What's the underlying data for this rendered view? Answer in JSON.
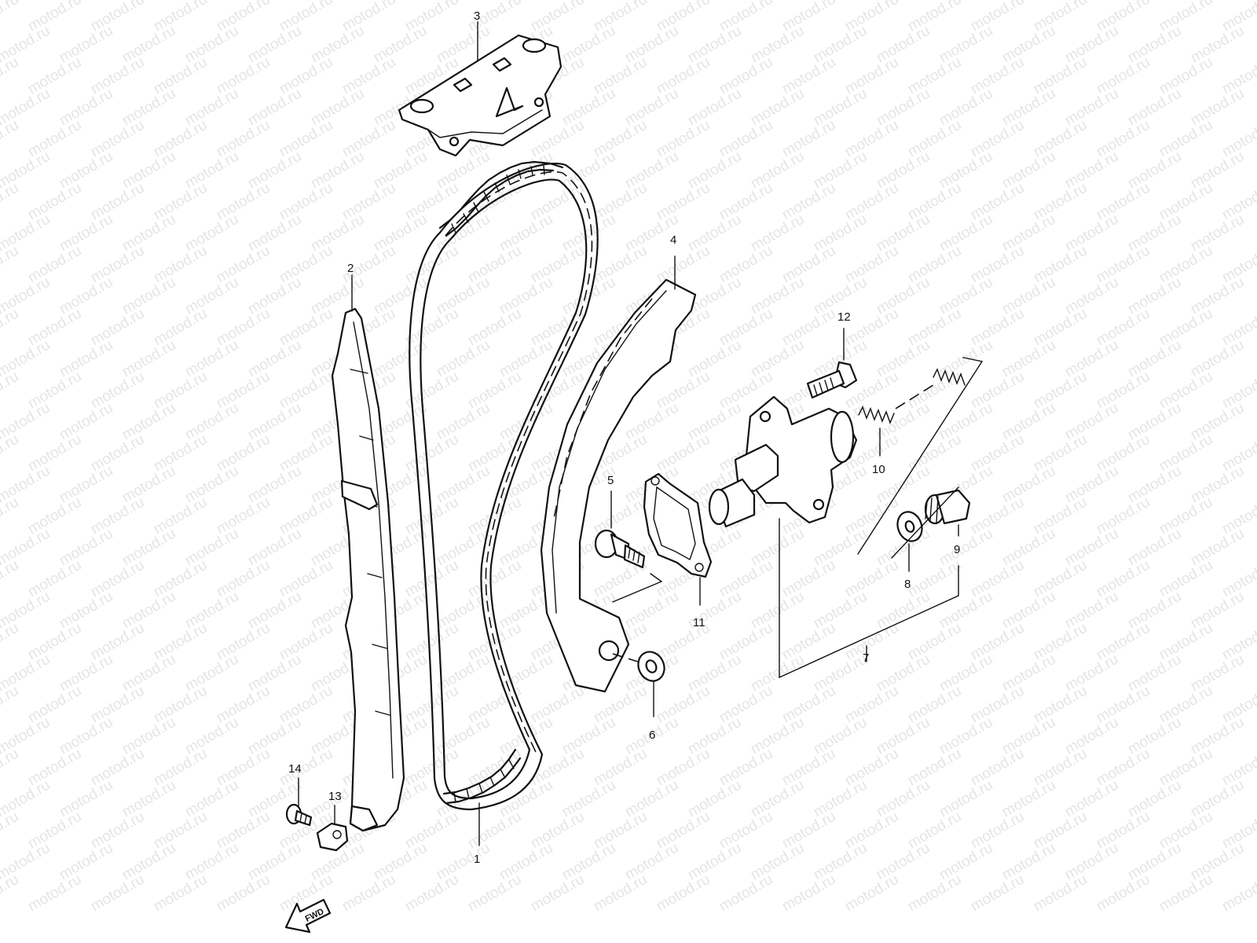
{
  "watermark_text": "motod.ru",
  "fwd_label": "FWD",
  "callouts": [
    {
      "id": "c1",
      "text": "1"
    },
    {
      "id": "c2",
      "text": "2"
    },
    {
      "id": "c3",
      "text": "3"
    },
    {
      "id": "c4",
      "text": "4"
    },
    {
      "id": "c5",
      "text": "5"
    },
    {
      "id": "c6",
      "text": "6"
    },
    {
      "id": "c7",
      "text": "7"
    },
    {
      "id": "c8",
      "text": "8"
    },
    {
      "id": "c9",
      "text": "9"
    },
    {
      "id": "c10",
      "text": "10"
    },
    {
      "id": "c11",
      "text": "11"
    },
    {
      "id": "c12",
      "text": "12"
    },
    {
      "id": "c13",
      "text": "13"
    },
    {
      "id": "c14",
      "text": "14"
    }
  ]
}
